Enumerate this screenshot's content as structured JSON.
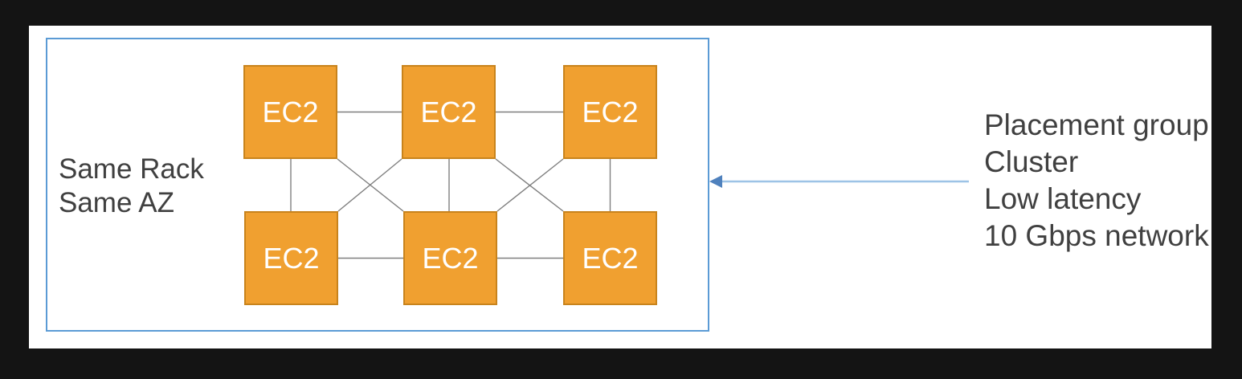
{
  "slide": {
    "group": {
      "caption_lines": [
        "Same Rack",
        "Same AZ"
      ]
    },
    "nodes": [
      {
        "label": "EC2"
      },
      {
        "label": "EC2"
      },
      {
        "label": "EC2"
      },
      {
        "label": "EC2"
      },
      {
        "label": "EC2"
      },
      {
        "label": "EC2"
      }
    ],
    "annotation": {
      "lines": [
        "Placement group",
        "Cluster",
        "Low latency",
        "10 Gbps network"
      ]
    },
    "colors": {
      "background": "#141414",
      "canvas": "#ffffff",
      "group_border": "#5b9bd5",
      "node_fill": "#f0a030",
      "node_border": "#c8831c",
      "node_text": "#ffffff",
      "connector": "#7f7f7f",
      "arrow_line": "#9dc3e6",
      "arrow_head": "#4f81bd",
      "text": "#404040"
    }
  }
}
